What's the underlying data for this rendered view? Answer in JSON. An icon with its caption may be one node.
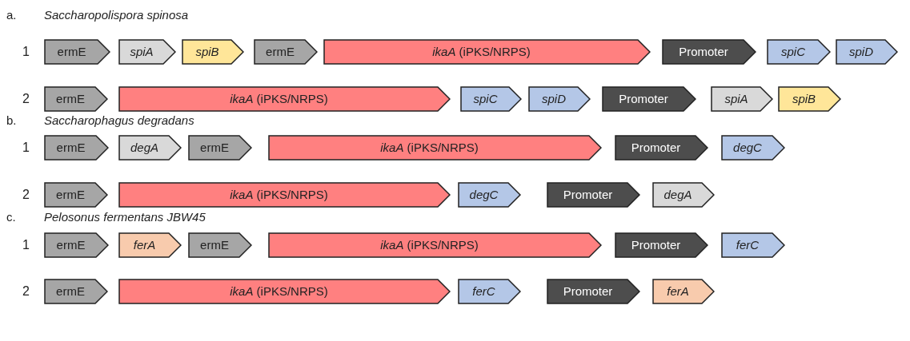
{
  "diagram": {
    "nodes": [
      {
        "text": [
          "ermE"
        ]
      },
      {
        "text": [
          "spiA"
        ]
      },
      {
        "text": [
          "spiB"
        ]
      },
      {
        "text": [
          "ermE"
        ]
      },
      {
        "text": [
          "*ikaA* (iPKS/NRPS)"
        ]
      },
      {
        "text": [
          "Promoter"
        ]
      },
      {
        "text": [
          "spiC"
        ]
      },
      {
        "text": [
          "spiD"
        ]
      },
      {
        "text": [
          "ermE"
        ]
      },
      {
        "text": [
          "*ikaA* (iPKS/NRPS)"
        ]
      },
      {
        "text": [
          "spiC"
        ]
      },
      {
        "text": [
          "spiD"
        ]
      },
      {
        "text": [
          "Promoter"
        ]
      },
      {
        "text": [
          "spiA"
        ]
      },
      {
        "text": [
          "spiB"
        ]
      },
      {
        "text": [
          "ermE"
        ]
      },
      {
        "text": [
          "degA"
        ]
      },
      {
        "text": [
          "ermE"
        ]
      },
      {
        "text": [
          "*ikaA* (iPKS/NRPS)"
        ]
      },
      {
        "text": [
          "Promoter"
        ]
      },
      {
        "text": [
          "degC"
        ]
      },
      {
        "text": [
          "ermE"
        ]
      },
      {
        "text": [
          "*ikaA* (iPKS/NRPS)"
        ]
      },
      {
        "text": [
          "degC"
        ]
      },
      {
        "text": [
          "Promoter"
        ]
      },
      {
        "text": [
          "degA"
        ]
      },
      {
        "text": [
          "ermE"
        ]
      },
      {
        "text": [
          "ferA"
        ]
      },
      {
        "text": [
          "ermE"
        ]
      },
      {
        "text": [
          "*ikaA* (iPKS/NRPS)"
        ]
      },
      {
        "text": [
          "Promoter"
        ]
      },
      {
        "text": [
          "ferC"
        ]
      },
      {
        "text": [
          "ermE"
        ]
      },
      {
        "text": [
          "*ikaA* (iPKS/NRPS)"
        ]
      },
      {
        "text": [
          "ferC"
        ]
      },
      {
        "text": [
          "Promoter"
        ]
      },
      {
        "text": [
          "ferA"
        ]
      }
    ],
    "labels": [
      "a.",
      "Saccharopolispora spinosa",
      "1",
      "2",
      "b.",
      "Saccharophagus degradans",
      "1",
      "2",
      "c.",
      "Pelosonus fermentans JBW45",
      "1",
      "2"
    ]
  }
}
